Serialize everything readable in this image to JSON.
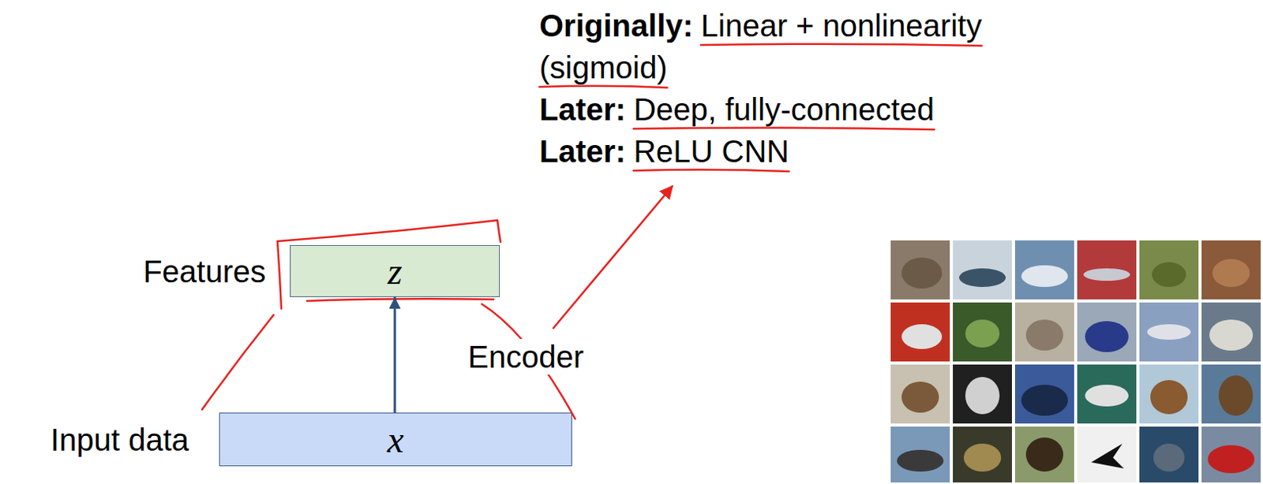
{
  "diagram": {
    "nodes": [
      {
        "text": [
          "Features",
          "z"
        ]
      },
      {
        "text": [
          "Input data",
          "x"
        ]
      }
    ],
    "edges": [
      {
        "from": 1,
        "to": 0,
        "arrow": "to"
      }
    ],
    "labels": [
      "Originally:",
      "Linear + nonlinearity (sigmoid)",
      "Later:",
      "Deep, fully-connected",
      "Later:",
      "ReLU CNN",
      "Encoder"
    ]
  }
}
